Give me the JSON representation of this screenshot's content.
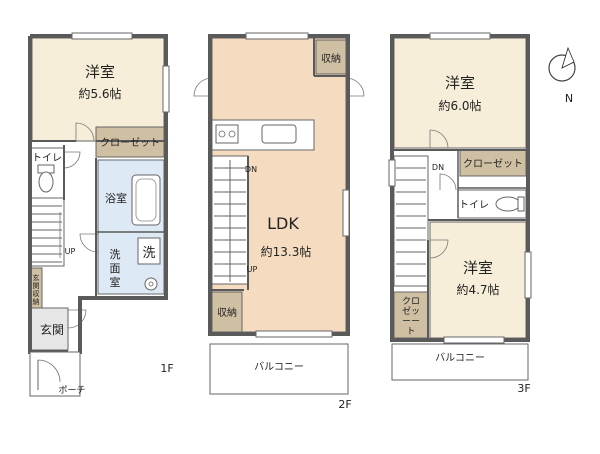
{
  "floors": [
    {
      "label": "1F",
      "rooms": {
        "bedroom": {
          "name": "洋室",
          "area": "約5.6帖"
        },
        "closet": "クローゼット",
        "toilet": "トイレ",
        "bath": "浴室",
        "washroom": [
          "洗",
          "面",
          "室"
        ],
        "washer": "洗",
        "entrance_storage": [
          "玄",
          "関",
          "収",
          "納"
        ],
        "entrance": "玄関",
        "porch": "ポーチ",
        "stairs_up": "UP"
      }
    },
    {
      "label": "2F",
      "rooms": {
        "storage_top": "収納",
        "ldk": {
          "name": "LDK",
          "area": "約13.3帖"
        },
        "storage_bottom": "収納",
        "balcony": "バルコニー",
        "stairs_down": "DN",
        "stairs_up": "UP"
      }
    },
    {
      "label": "3F",
      "rooms": {
        "bedroom_top": {
          "name": "洋室",
          "area": "約6.0帖"
        },
        "closet": "クローゼット",
        "toilet": "トイレ",
        "bedroom_bottom": {
          "name": "洋室",
          "area": "約4.7帖"
        },
        "closet_vertical": [
          "クロ",
          "ゼッ",
          "ーー",
          "ト"
        ],
        "balcony": "バルコニー",
        "stairs_down": "DN"
      }
    }
  ],
  "compass": {
    "label": "N",
    "icon": "north-arrow-icon"
  },
  "colors": {
    "room": "#f6eed8",
    "ldk": "#f5dcc0",
    "water": "#dde9f4",
    "storage": "#cfc0a3",
    "wall": "#5a5a5a"
  }
}
